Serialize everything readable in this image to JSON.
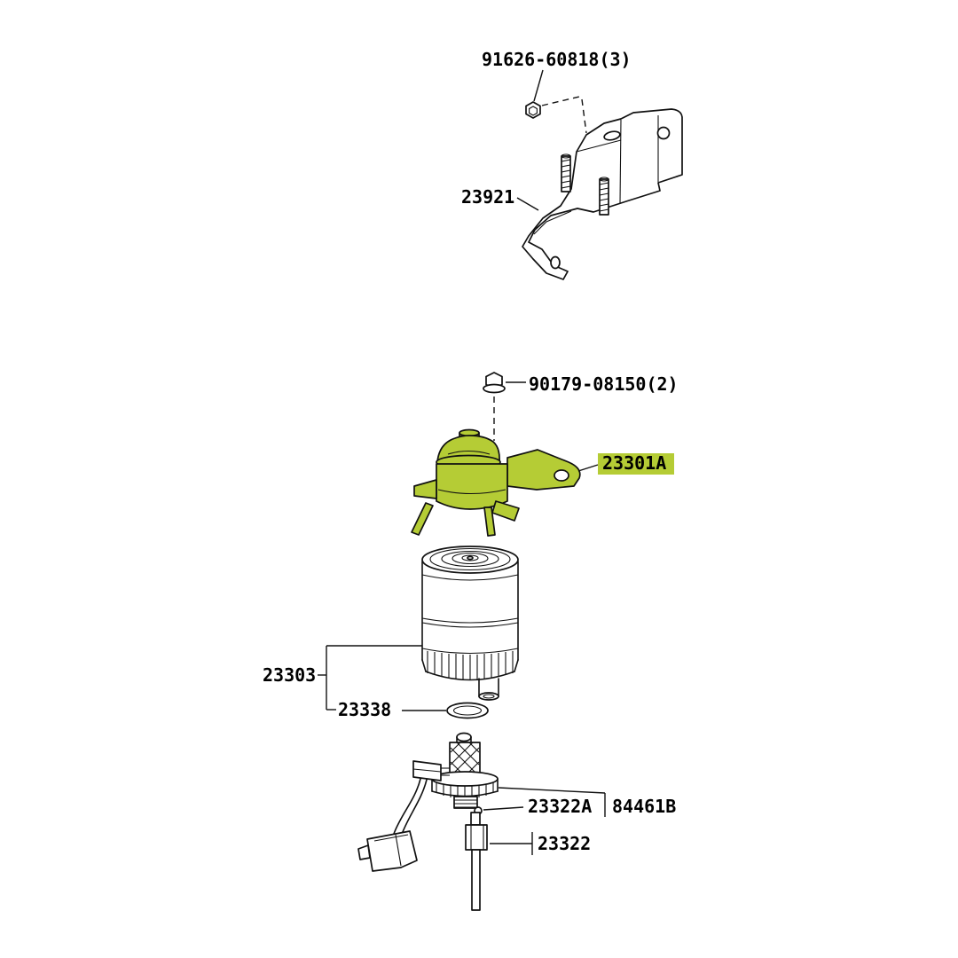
{
  "page": {
    "background": "#ffffff"
  },
  "diagram": {
    "highlight_color": "#b5cc35",
    "parts": {
      "bolt_top": {
        "label": "91626-60818(3)"
      },
      "bracket": {
        "label": "23921"
      },
      "nut": {
        "label": "90179-08150(2)"
      },
      "pump_head": {
        "label": "23301A",
        "highlighted": true
      },
      "filter_element": {
        "label": "23303"
      },
      "gasket": {
        "label": "23338"
      },
      "sensor_gasket": {
        "label": "23322A"
      },
      "sensor_kit": {
        "label": "84461B"
      },
      "sensor": {
        "label": "23322"
      }
    }
  }
}
